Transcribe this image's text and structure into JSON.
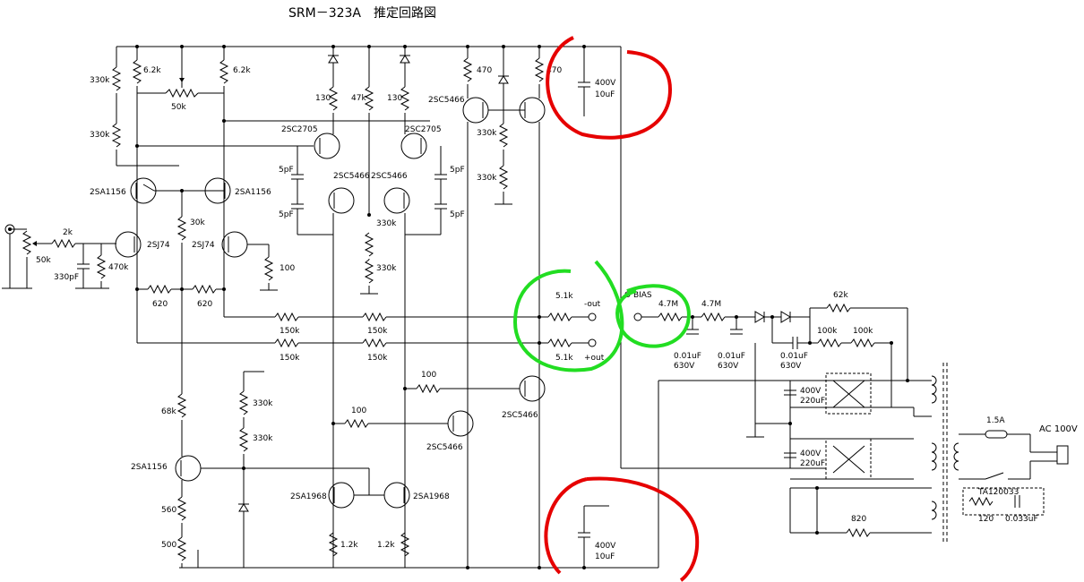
{
  "title": "SRM－323A　推定回路図",
  "components": {
    "r330k_a": "330k",
    "r330k_b": "330k",
    "r62k_a": "6.2k",
    "r62k_b": "6.2k",
    "pot50k_a": "50k",
    "r130_a": "130",
    "r47k": "47k",
    "r130_b": "130",
    "r470_a": "470",
    "r470_b": "470",
    "q_2sc5466_top": "2SC5466",
    "q_2sc2705_l": "2SC2705",
    "q_2sc2705_r": "2SC2705",
    "r330k_c": "330k",
    "r330k_d": "330k",
    "c5pf_1": "5pF",
    "c5pf_2": "5pF",
    "c5pf_3": "5pF",
    "c5pf_4": "5pF",
    "q_2sc5466_l": "2SC5466",
    "q_2sc5466_r": "2SC5466",
    "r330k_e": "330k",
    "r330k_f": "330k",
    "q_2sa1156_l": "2SA1156",
    "q_2sa1156_r": "2SA1156",
    "r30k": "30k",
    "q_2sj74_l": "2SJ74",
    "q_2sj74_r": "2SJ74",
    "pot50k_in": "50k",
    "r2k": "2k",
    "c330pf": "330pF",
    "r470k": "470k",
    "r100_src": "100",
    "r620_a": "620",
    "r620_b": "620",
    "r150k_1": "150k",
    "r150k_2": "150k",
    "r150k_3": "150k",
    "r150k_4": "150k",
    "r51k_a": "5.1k",
    "r51k_b": "5.1k",
    "out_minus": "-out",
    "out_plus": "+out",
    "bias": "O BIAS",
    "r47m_a": "4.7M",
    "r47m_b": "4.7M",
    "c001_a_val": "0.01uF",
    "c001_a_v": "630V",
    "c001_b_val": "0.01uF",
    "c001_b_v": "630V",
    "c001_c_val": "0.01uF",
    "c001_c_v": "630V",
    "r62k_big": "62k",
    "r100k_a": "100k",
    "r100k_b": "100k",
    "c400_top_v": "400V",
    "c400_top_c": "10uF",
    "c400_220a_v": "400V",
    "c400_220a_c": "220uF",
    "c400_220b_v": "400V",
    "c400_220b_c": "220uF",
    "c400_bot_v": "400V",
    "c400_bot_c": "10uF",
    "r100_a": "100",
    "r100_b": "100",
    "q_2sc5466_mid": "2SC5466",
    "q_2sc5466_low": "2SC5466",
    "r68k": "68k",
    "q_2sa1156_low": "2SA1156",
    "r560": "560",
    "pot500": "500",
    "r330k_g": "330k",
    "r330k_h": "330k",
    "q_2sa1968_l": "2SA1968",
    "q_2sa1968_r": "2SA1968",
    "r12k_a": "1.2k",
    "r12k_b": "1.2k",
    "r820": "820",
    "fuse": "1.5A",
    "ac": "AC 100V",
    "ta": "TA120033",
    "r120": "120",
    "c0033": "0.033uF"
  },
  "annotations": {
    "red_color": "#e60000",
    "green_color": "#22dd22"
  }
}
